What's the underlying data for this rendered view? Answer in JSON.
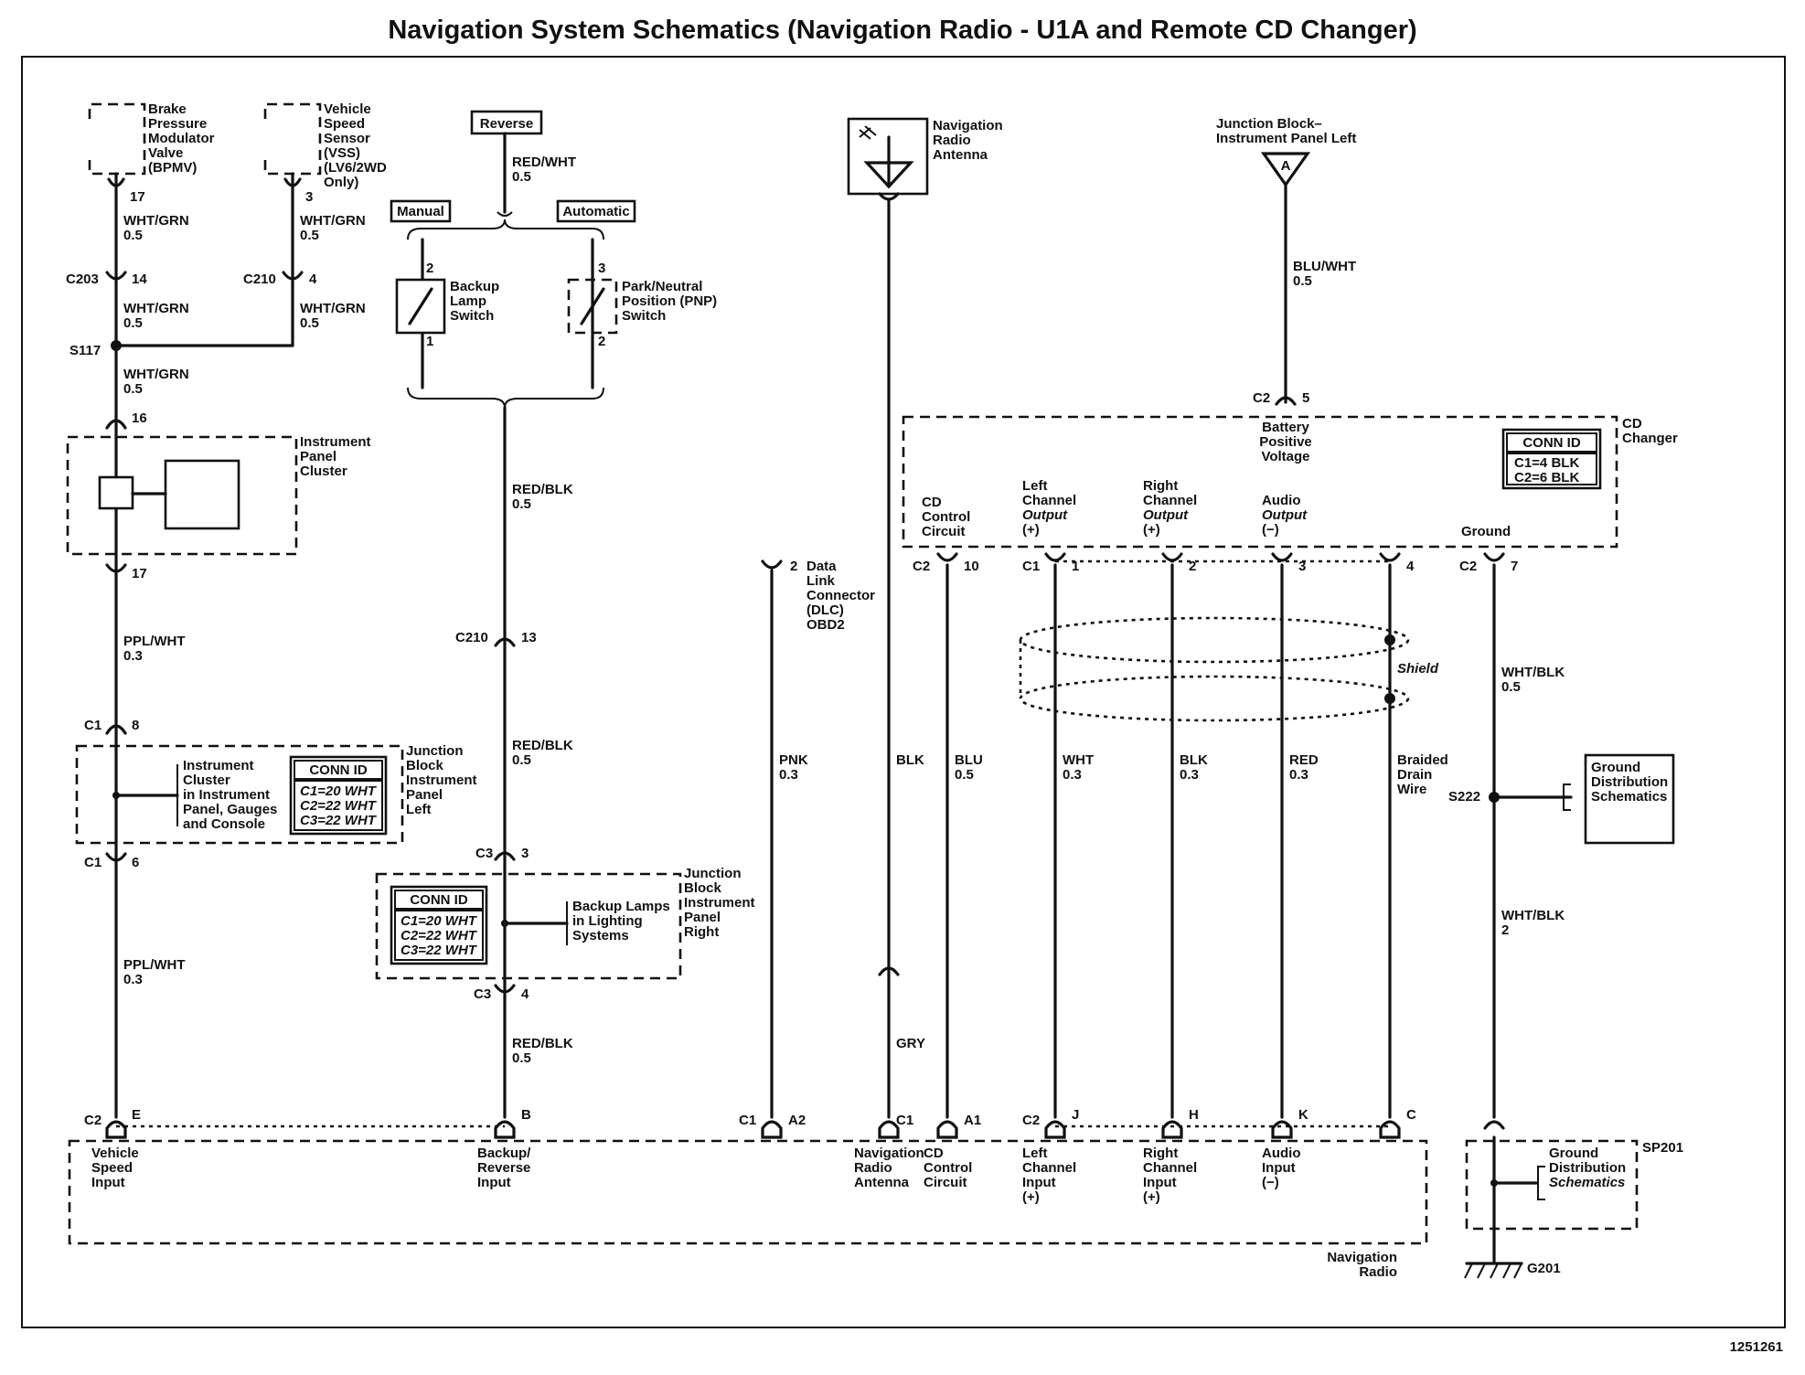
{
  "title": "Navigation System Schematics (Navigation Radio - U1A and Remote CD Changer)",
  "figure_number": "1251261",
  "components": {
    "bpmv": [
      "Brake",
      "Pressure",
      "Modulator",
      "Valve",
      "(BPMV)"
    ],
    "vss": [
      "Vehicle",
      "Speed",
      "Sensor",
      "(VSS)",
      "(LV6/2WD",
      "Only)"
    ],
    "reverse": "Reverse",
    "manual": "Manual",
    "automatic": "Automatic",
    "backup_lamp_switch": [
      "Backup",
      "Lamp",
      "Switch"
    ],
    "pnp_switch": [
      "Park/Neutral",
      "Position (PNP)",
      "Switch"
    ],
    "nav_antenna": [
      "Navigation",
      "Radio",
      "Antenna"
    ],
    "jb_ip_left_top": [
      "Junction Block–",
      "Instrument Panel Left"
    ],
    "jb_terminal": "A",
    "instrument_panel_cluster": [
      "Instrument",
      "Panel",
      "Cluster"
    ],
    "instrument_cluster": [
      "Instrument",
      "Cluster",
      "in Instrument",
      "Panel, Gauges",
      "and Console"
    ],
    "jb_ip_left": [
      "Junction",
      "Block",
      "Instrument",
      "Panel",
      "Left"
    ],
    "conn_id_left": {
      "title": "CONN ID",
      "lines": [
        "C1=20 WHT",
        "C2=22 WHT",
        "C3=22 WHT"
      ]
    },
    "jb_ip_right": [
      "Junction",
      "Block",
      "Instrument",
      "Panel",
      "Right"
    ],
    "conn_id_right": {
      "title": "CONN ID",
      "lines": [
        "C1=20 WHT",
        "C2=22 WHT",
        "C3=22 WHT"
      ]
    },
    "backup_lamps": [
      "Backup Lamps",
      "in Lighting",
      "Systems"
    ],
    "dlc": [
      "Data",
      "Link",
      "Connector",
      "(DLC)",
      "OBD2"
    ],
    "cd_changer": [
      "CD",
      "Changer"
    ],
    "conn_id_cd": {
      "title": "CONN ID",
      "lines": [
        "C1=4 BLK",
        "C2=6 BLK"
      ]
    },
    "battery": [
      "Battery",
      "Positive",
      "Voltage"
    ],
    "cd_control_circuit": [
      "CD",
      "Control",
      "Circuit"
    ],
    "left_channel_output": [
      "Left",
      "Channel",
      "Output",
      "(+)"
    ],
    "right_channel_output": [
      "Right",
      "Channel",
      "Output",
      "(+)"
    ],
    "audio_output": [
      "Audio",
      "Output",
      "(−)"
    ],
    "ground": "Ground",
    "shield": "Shield",
    "braided_drain": [
      "Braided",
      "Drain",
      "Wire"
    ],
    "ground_dist_1": [
      "Ground",
      "Distribution",
      "Schematics"
    ],
    "ground_dist_2": [
      "Ground",
      "Distribution",
      "Schematics"
    ],
    "nav_radio": [
      "Navigation",
      "Radio"
    ],
    "radio_inputs": {
      "vehicle_speed": [
        "Vehicle",
        "Speed",
        "Input"
      ],
      "backup_reverse": [
        "Backup/",
        "Reverse",
        "Input"
      ],
      "nav_antenna": [
        "Navigation",
        "Radio",
        "Antenna"
      ],
      "cd_control": [
        "CD",
        "Control",
        "Circuit"
      ],
      "left_ch": [
        "Left",
        "Channel",
        "Input",
        "(+)"
      ],
      "right_ch": [
        "Right",
        "Channel",
        "Input",
        "(+)"
      ],
      "audio": [
        "Audio",
        "Input",
        "(−)"
      ]
    }
  },
  "wires": {
    "bpmv_a": [
      "WHT/GRN",
      "0.5"
    ],
    "bpmv_b": [
      "WHT/GRN",
      "0.5"
    ],
    "vss_a": [
      "WHT/GRN",
      "0.5"
    ],
    "vss_b": [
      "WHT/GRN",
      "0.5"
    ],
    "s117_down": [
      "WHT/GRN",
      "0.5"
    ],
    "ppl_a": [
      "PPL/WHT",
      "0.3"
    ],
    "ppl_b": [
      "PPL/WHT",
      "0.3"
    ],
    "reverse": [
      "RED/WHT",
      "0.5"
    ],
    "red_blk_a": [
      "RED/BLK",
      "0.5"
    ],
    "red_blk_b": [
      "RED/BLK",
      "0.5"
    ],
    "red_blk_c": [
      "RED/BLK",
      "0.5"
    ],
    "pnk": [
      "PNK",
      "0.3"
    ],
    "blk_ant": [
      "BLK"
    ],
    "gry": [
      "GRY"
    ],
    "blu": [
      "BLU",
      "0.5"
    ],
    "wht": [
      "WHT",
      "0.3"
    ],
    "blk": [
      "BLK",
      "0.3"
    ],
    "red": [
      "RED",
      "0.3"
    ],
    "blu_wht": [
      "BLU/WHT",
      "0.5"
    ],
    "wht_blk_a": [
      "WHT/BLK",
      "0.5"
    ],
    "wht_blk_b": [
      "WHT/BLK",
      "2"
    ]
  },
  "connectors": {
    "bpmv_pin": "17",
    "vss_pin": "3",
    "c203": "C203",
    "c203_pin": "14",
    "c210a": "C210",
    "c210a_pin": "4",
    "s117": "S117",
    "ipc_top": "16",
    "ipc_bot": "17",
    "c1_8": "C1",
    "c1_8_pin": "8",
    "c1_6": "C1",
    "c1_6_pin": "6",
    "sw_2": "2",
    "sw_1": "1",
    "sw_3": "3",
    "sw_2b": "2",
    "c210b": "C210",
    "c210b_pin": "13",
    "c3a": "C3",
    "c3a_pin": "3",
    "c3b": "C3",
    "c3b_pin": "4",
    "dlc_pin": "2",
    "c2_5": "C2",
    "c2_5_pin": "5",
    "c2_10": "C2",
    "c2_10_pin": "10",
    "c1_1": "C1",
    "c1_1_pin": "1",
    "pin_2": "2",
    "pin_3": "3",
    "pin_4": "4",
    "c2_7": "C2",
    "c2_7_pin": "7",
    "s222": "S222",
    "sp201": "SP201",
    "g201": "G201",
    "r_c2": "C2",
    "r_e": "E",
    "r_b": "B",
    "r_c1": "C1",
    "r_a2": "A2",
    "r_c1b": "C1",
    "r_a1": "A1",
    "r_c2b": "C2",
    "r_j": "J",
    "r_h": "H",
    "r_k": "K",
    "r_c": "C"
  }
}
